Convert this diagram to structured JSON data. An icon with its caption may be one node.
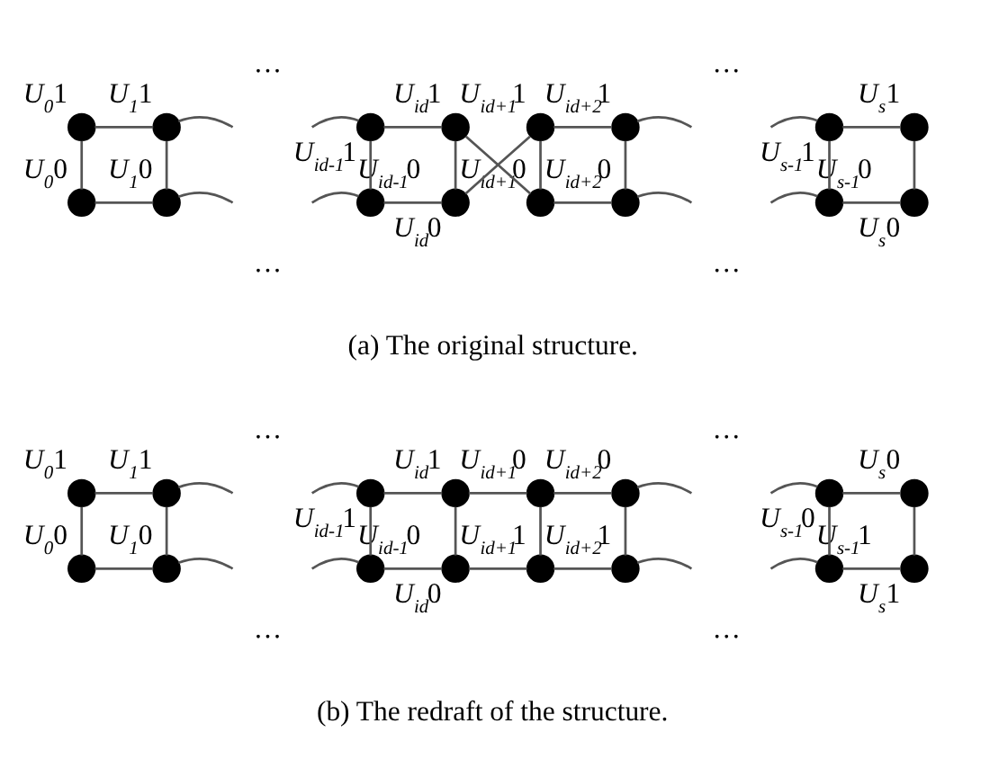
{
  "diagram": {
    "nodes": [
      {
        "text": [],
        "shape": "circle",
        "beside": [
          "*U*$_{0}$1"
        ]
      },
      {
        "text": [],
        "shape": "circle",
        "beside": [
          "*U*$_{1}$1"
        ]
      },
      {
        "text": [],
        "shape": "circle",
        "beside": [
          "*U*$_{id-1}$1"
        ]
      },
      {
        "text": [],
        "shape": "circle",
        "beside": [
          "*U*$_{id}$1"
        ]
      },
      {
        "text": [],
        "shape": "circle",
        "beside": [
          "*U*$_{id+1}$1"
        ]
      },
      {
        "text": [],
        "shape": "circle",
        "beside": [
          "*U*$_{id+2}$1"
        ]
      },
      {
        "text": [],
        "shape": "circle",
        "beside": [
          "*U*$_{s-1}$1"
        ]
      },
      {
        "text": [],
        "shape": "circle",
        "beside": [
          "*U*$_{s}$1"
        ]
      },
      {
        "text": [],
        "shape": "circle",
        "beside": [
          "*U*$_{0}$0"
        ]
      },
      {
        "text": [],
        "shape": "circle",
        "beside": [
          "*U*$_{1}$0"
        ]
      },
      {
        "text": [],
        "shape": "circle",
        "beside": [
          "*U*$_{id-1}$0"
        ]
      },
      {
        "text": [],
        "shape": "circle",
        "beside": [
          "*U*$_{id}$0"
        ]
      },
      {
        "text": [],
        "shape": "circle",
        "beside": [
          "*U*$_{id+1}$0"
        ]
      },
      {
        "text": [],
        "shape": "circle",
        "beside": [
          "*U*$_{id+2}$0"
        ]
      },
      {
        "text": [],
        "shape": "circle",
        "beside": [
          "*U*$_{s-1}$0"
        ]
      },
      {
        "text": [],
        "shape": "circle",
        "beside": [
          "*U*$_{s}$0"
        ]
      },
      {
        "text": [],
        "shape": "circle",
        "beside": [
          "*U*$_{0}$1"
        ]
      },
      {
        "text": [],
        "shape": "circle",
        "beside": [
          "*U*$_{1}$1"
        ]
      },
      {
        "text": [],
        "shape": "circle",
        "beside": [
          "*U*$_{id-1}$1"
        ]
      },
      {
        "text": [],
        "shape": "circle",
        "beside": [
          "*U*$_{id}$1"
        ]
      },
      {
        "text": [],
        "shape": "circle",
        "beside": [
          "*U*$_{id+1}$0"
        ]
      },
      {
        "text": [],
        "shape": "circle",
        "beside": [
          "*U*$_{id+2}$0"
        ]
      },
      {
        "text": [],
        "shape": "circle",
        "beside": [
          "*U*$_{s-1}$0"
        ]
      },
      {
        "text": [],
        "shape": "circle",
        "beside": [
          "*U*$_{s}$0"
        ]
      },
      {
        "text": [],
        "shape": "circle",
        "beside": [
          "*U*$_{0}$0"
        ]
      },
      {
        "text": [],
        "shape": "circle",
        "beside": [
          "*U*$_{1}$0"
        ]
      },
      {
        "text": [],
        "shape": "circle",
        "beside": [
          "*U*$_{id-1}$0"
        ]
      },
      {
        "text": [],
        "shape": "circle",
        "beside": [
          "*U*$_{id}$0"
        ]
      },
      {
        "text": [],
        "shape": "circle",
        "beside": [
          "*U*$_{id+1}$1"
        ]
      },
      {
        "text": [],
        "shape": "circle",
        "beside": [
          "*U*$_{id+2}$1"
        ]
      },
      {
        "text": [],
        "shape": "circle",
        "beside": [
          "*U*$_{s-1}$1"
        ]
      },
      {
        "text": [],
        "shape": "circle",
        "beside": [
          "*U*$_{s}$1"
        ]
      }
    ],
    "edges": [
      {
        "from": 0,
        "to": 1,
        "arrow": "none"
      },
      {
        "from": 1,
        "to": null,
        "arrow": "none"
      },
      {
        "from": null,
        "to": 2,
        "arrow": "none"
      },
      {
        "from": 2,
        "to": 3,
        "arrow": "none"
      },
      {
        "from": 4,
        "to": 5,
        "arrow": "none"
      },
      {
        "from": 5,
        "to": null,
        "arrow": "none"
      },
      {
        "from": null,
        "to": 6,
        "arrow": "none"
      },
      {
        "from": 6,
        "to": 7,
        "arrow": "none"
      },
      {
        "from": 0,
        "to": 8,
        "arrow": "none"
      },
      {
        "from": 1,
        "to": 9,
        "arrow": "none"
      },
      {
        "from": 2,
        "to": 10,
        "arrow": "none"
      },
      {
        "from": 3,
        "to": 11,
        "arrow": "none"
      },
      {
        "from": 3,
        "to": 12,
        "arrow": "none"
      },
      {
        "from": 11,
        "to": 4,
        "arrow": "none"
      },
      {
        "from": 4,
        "to": 12,
        "arrow": "none"
      },
      {
        "from": 5,
        "to": 13,
        "arrow": "none"
      },
      {
        "from": 6,
        "to": 14,
        "arrow": "none"
      },
      {
        "from": 7,
        "to": 15,
        "arrow": "none"
      },
      {
        "from": 8,
        "to": 9,
        "arrow": "none"
      },
      {
        "from": 9,
        "to": null,
        "arrow": "none"
      },
      {
        "from": null,
        "to": 10,
        "arrow": "none"
      },
      {
        "from": 10,
        "to": 11,
        "arrow": "none"
      },
      {
        "from": 12,
        "to": 13,
        "arrow": "none"
      },
      {
        "from": 13,
        "to": null,
        "arrow": "none"
      },
      {
        "from": null,
        "to": 14,
        "arrow": "none"
      },
      {
        "from": 14,
        "to": 15,
        "arrow": "none"
      },
      {
        "from": 16,
        "to": 17,
        "arrow": "none"
      },
      {
        "from": 17,
        "to": null,
        "arrow": "none"
      },
      {
        "from": null,
        "to": 18,
        "arrow": "none"
      },
      {
        "from": 18,
        "to": 19,
        "arrow": "none"
      },
      {
        "from": 19,
        "to": 20,
        "arrow": "none"
      },
      {
        "from": 20,
        "to": 21,
        "arrow": "none"
      },
      {
        "from": 21,
        "to": null,
        "arrow": "none"
      },
      {
        "from": null,
        "to": 22,
        "arrow": "none"
      },
      {
        "from": 22,
        "to": 23,
        "arrow": "none"
      },
      {
        "from": 16,
        "to": 24,
        "arrow": "none"
      },
      {
        "from": 17,
        "to": 25,
        "arrow": "none"
      },
      {
        "from": 18,
        "to": 26,
        "arrow": "none"
      },
      {
        "from": 19,
        "to": 27,
        "arrow": "none"
      },
      {
        "from": 20,
        "to": 28,
        "arrow": "none"
      },
      {
        "from": 21,
        "to": 29,
        "arrow": "none"
      },
      {
        "from": 22,
        "to": 30,
        "arrow": "none"
      },
      {
        "from": 23,
        "to": 31,
        "arrow": "none"
      },
      {
        "from": 24,
        "to": 25,
        "arrow": "none"
      },
      {
        "from": 25,
        "to": null,
        "arrow": "none"
      },
      {
        "from": null,
        "to": 26,
        "arrow": "none"
      },
      {
        "from": 26,
        "to": 27,
        "arrow": "none"
      },
      {
        "from": 27,
        "to": 28,
        "arrow": "none"
      },
      {
        "from": 28,
        "to": 29,
        "arrow": "none"
      },
      {
        "from": 29,
        "to": null,
        "arrow": "none"
      },
      {
        "from": null,
        "to": 30,
        "arrow": "none"
      },
      {
        "from": 30,
        "to": 31,
        "arrow": "none"
      }
    ],
    "labels": [
      "…",
      "…",
      "…",
      "…",
      "(a) The original structure.",
      "…",
      "…",
      "…",
      "…",
      "(b) The redraft of the structure."
    ]
  }
}
